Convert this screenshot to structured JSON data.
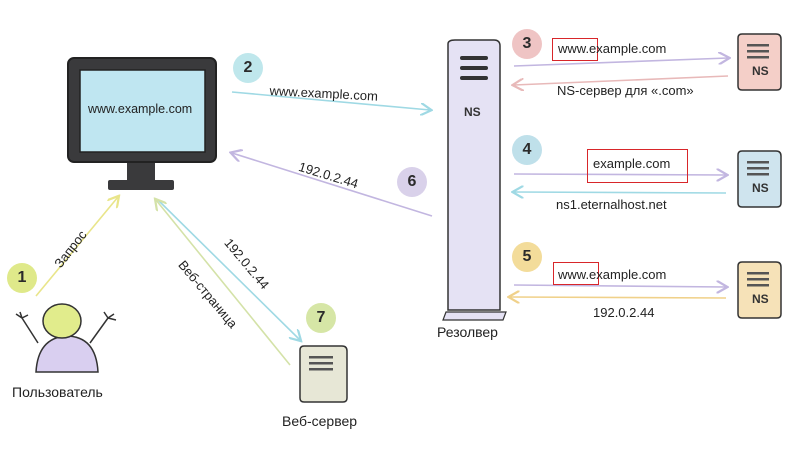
{
  "nodes": {
    "user": "Пользователь",
    "web_server": "Веб-сервер",
    "resolver": "Резолвер",
    "resolver_ns": "NS",
    "ns_root": "NS",
    "ns_com": "NS",
    "ns_host": "NS",
    "monitor_text": "www.example.com"
  },
  "steps": [
    {
      "num": "1",
      "label": "Запрос"
    },
    {
      "num": "2",
      "label": "www.example.com"
    },
    {
      "num": "3",
      "label": "www.example.com",
      "reply": "NS-сервер для «.com»"
    },
    {
      "num": "4",
      "label": "example.com",
      "reply": "ns1.eternalhost.net"
    },
    {
      "num": "5",
      "label": "www.example.com",
      "reply": "192.0.2.44"
    },
    {
      "num": "6",
      "label": "192.0.2.44"
    },
    {
      "num": "7",
      "req": "192.0.2.44",
      "reply": "Веб-страница"
    }
  ],
  "colors": {
    "badge1": "#dfe98a",
    "badge2": "#bfe7ec",
    "badge3": "#efc4c4",
    "badge4": "#bfe0ea",
    "badge5": "#f3dc9a",
    "badge6": "#d9d1ea",
    "badge7": "#d6e6a6",
    "highlight": "#d8262a"
  }
}
